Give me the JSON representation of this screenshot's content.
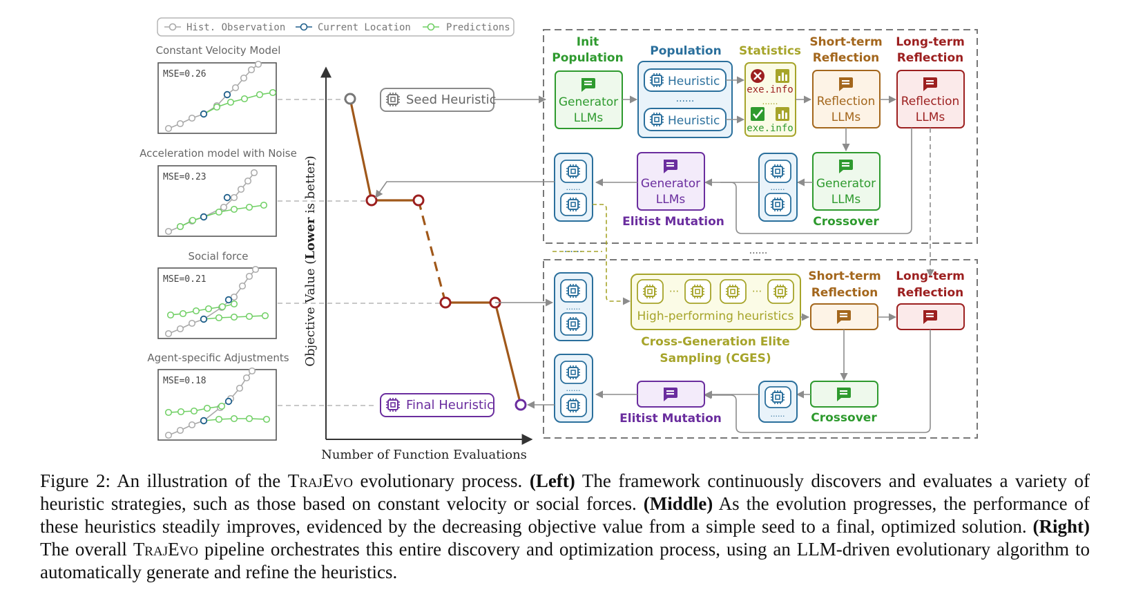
{
  "legend": {
    "hist": "Hist. Observation",
    "current": "Current Location",
    "pred": "Predictions"
  },
  "colors": {
    "hist": "#a9a9a9",
    "current": "#1f5f8b",
    "pred": "#6fcf63",
    "curve": "#a0581a",
    "red": "#9c1f1f",
    "purple": "#6a2d9e",
    "green": "#2e9a2e",
    "blue": "#2a6f9c",
    "olive": "#a6a42a",
    "orange": "#a3661c"
  },
  "models": [
    {
      "title": "Constant Velocity Model",
      "mse": "MSE=0.26"
    },
    {
      "title": "Acceleration model with Noise",
      "mse": "MSE=0.23"
    },
    {
      "title": "Social force",
      "mse": "MSE=0.21"
    },
    {
      "title": "Agent-specific Adjustments",
      "mse": "MSE=0.18"
    }
  ],
  "axes": {
    "ylabel_pre": "Objective Value (",
    "ylabel_bold": "Lower",
    "ylabel_post": " is better)",
    "xlabel": "Number of Function Evaluations"
  },
  "seed_label": "Seed Heuristic",
  "final_label": "Final Heuristic",
  "top_panel": {
    "init_title_1": "Init",
    "init_title_2": "Population",
    "init_box_1": "Generator",
    "init_box_2": "LLMs",
    "pop_title": "Population",
    "pop_item": "Heuristic",
    "pop_dots": "......",
    "stats_title": "Statistics",
    "exe_info": "exe.info",
    "stats_dots": "......",
    "short_title_1": "Short-term",
    "short_title_2": "Reflection",
    "short_box_1": "Reflection",
    "short_box_2": "LLMs",
    "long_title_1": "Long-term",
    "long_title_2": "Reflection",
    "long_box_1": "Reflection",
    "long_box_2": "LLMs",
    "cross_box_1": "Generator",
    "cross_box_2": "LLMs",
    "cross_label": "Crossover",
    "mut_box_1": "Generator",
    "mut_box_2": "LLMs",
    "mut_label": "Elitist Mutation"
  },
  "between_dots_left": "......",
  "between_dots_right": "......",
  "bottom_panel": {
    "hp_label": "High-performing heuristics",
    "hp_dots": "···",
    "cges_1": "Cross-Generation Elite",
    "cges_2": "Sampling (CGES)",
    "short_title_1": "Short-term",
    "short_title_2": "Reflection",
    "long_title_1": "Long-term",
    "long_title_2": "Reflection",
    "cross_label": "Crossover",
    "mut_label": "Elitist Mutation",
    "small_dots": "......"
  },
  "caption": {
    "p1": "Figure 2: An illustration of the ",
    "name1": "TrajEvo",
    "p2": " evolutionary process. ",
    "left_b": "(Left)",
    "p3": " The framework continuously discovers and evaluates a variety of heuristic strategies, such as those based on constant velocity or social forces. ",
    "mid_b": "(Middle)",
    "p4": " As the evolution progresses, the performance of these heuristics steadily improves, evidenced by the decreasing objective value from a simple seed to a final, optimized solution. ",
    "right_b": "(Right)",
    "p5": " The overall ",
    "name2": "TrajEvo",
    "p6": " pipeline orchestrates this entire discovery and optimization process, using an LLM-driven evolutionary algorithm to automatically generate and refine the heuristics."
  }
}
